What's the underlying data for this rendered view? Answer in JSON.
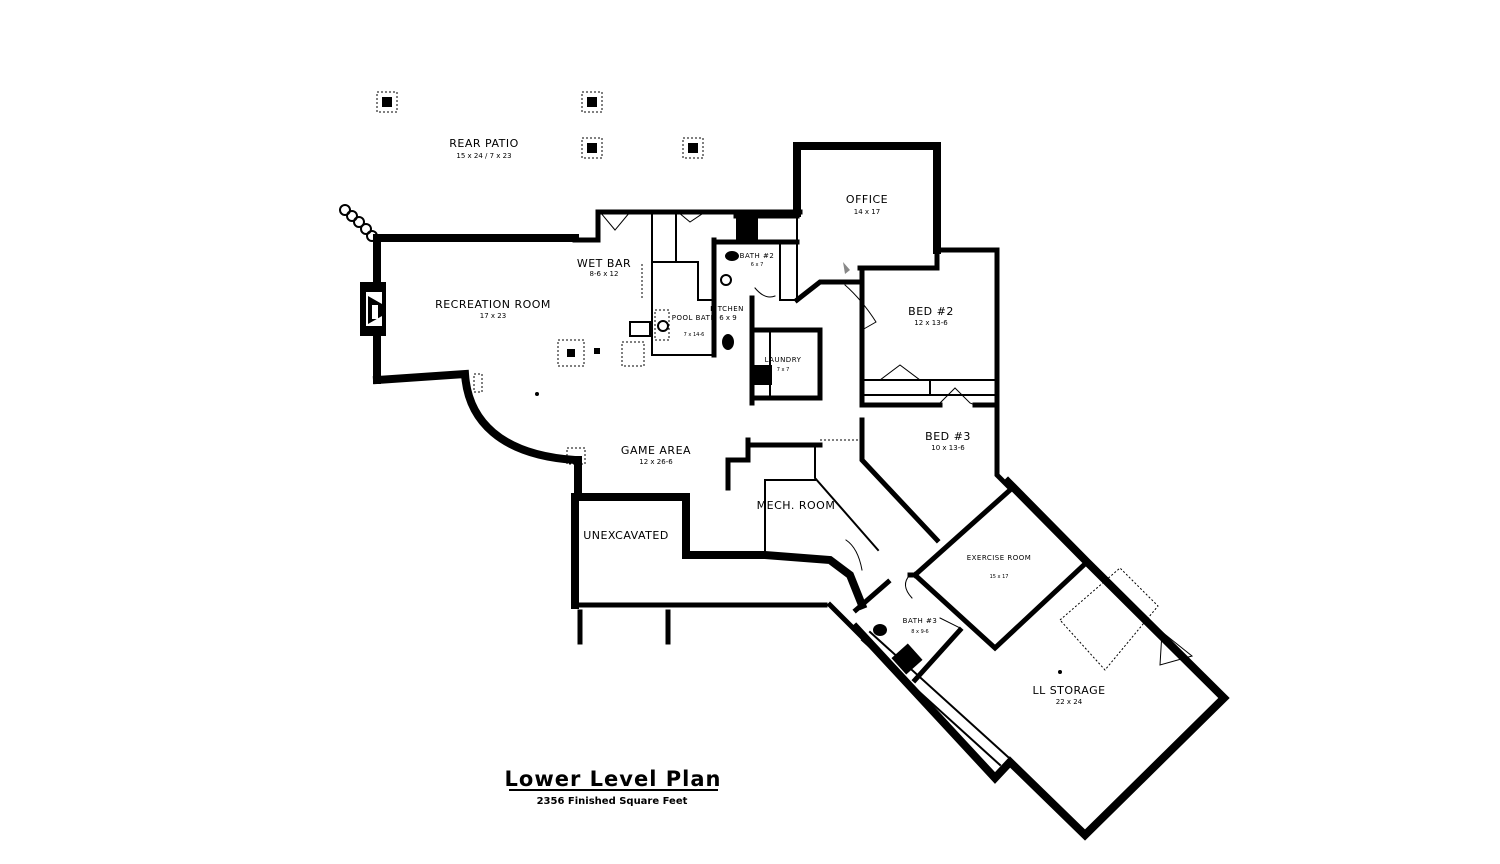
{
  "plan": {
    "title": "Lower Level Plan",
    "subtitle": "2356 Finished Square Feet"
  },
  "rooms": [
    {
      "id": "rear-patio",
      "name": "REAR PATIO",
      "dims": "15 x 24 / 7 x 23"
    },
    {
      "id": "office",
      "name": "OFFICE",
      "dims": "14 x 17"
    },
    {
      "id": "wet-bar",
      "name": "WET BAR",
      "dims": "8-6 x 12"
    },
    {
      "id": "recreation-room",
      "name": "RECREATION ROOM",
      "dims": "17 x 23"
    },
    {
      "id": "bath-2",
      "name": "BATH #2",
      "dims": "6 x 7"
    },
    {
      "id": "kitchen",
      "name": "KITCHEN",
      "dims": "6 x 9"
    },
    {
      "id": "pool-bath",
      "name": "POOL BATH",
      "dims": "7 x 14-6"
    },
    {
      "id": "laundry",
      "name": "LAUNDRY",
      "dims": "7 x 7"
    },
    {
      "id": "bed-2",
      "name": "BED #2",
      "dims": "12 x 13-6"
    },
    {
      "id": "bed-3",
      "name": "BED #3",
      "dims": "10 x 13-6"
    },
    {
      "id": "game-area",
      "name": "GAME AREA",
      "dims": "12 x 26-6"
    },
    {
      "id": "mech-room",
      "name": "MECH. ROOM",
      "dims": ""
    },
    {
      "id": "unexcavated",
      "name": "UNEXCAVATED",
      "dims": ""
    },
    {
      "id": "exercise-room",
      "name": "EXERCISE ROOM",
      "dims": "15 x 17"
    },
    {
      "id": "bath-3",
      "name": "BATH #3",
      "dims": "8 x 9-6"
    },
    {
      "id": "ll-storage",
      "name": "LL STORAGE",
      "dims": "22 x 24"
    }
  ]
}
